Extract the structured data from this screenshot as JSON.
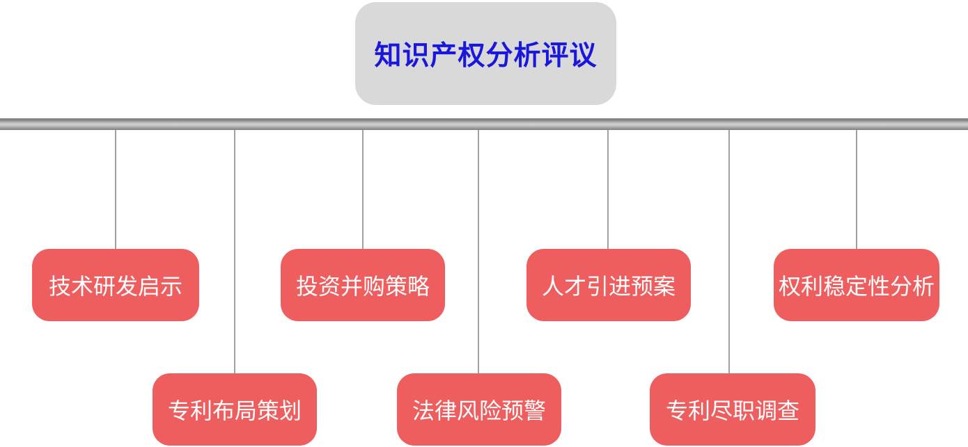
{
  "root": {
    "label": "知识产权分析评议"
  },
  "branches": [
    {
      "label": "技术研发启示",
      "row": "top"
    },
    {
      "label": "专利布局策划",
      "row": "bottom"
    },
    {
      "label": "投资并购策略",
      "row": "top"
    },
    {
      "label": "法律风险预警",
      "row": "bottom"
    },
    {
      "label": "人才引进预案",
      "row": "top"
    },
    {
      "label": "专利尽职调查",
      "row": "bottom"
    },
    {
      "label": "权利稳定性分析",
      "row": "top"
    }
  ],
  "colors": {
    "background": "#ffffff",
    "root_fill": "#d9d9d9",
    "root_text": "#1a17dd",
    "branch_fill": "#ee5e5e",
    "branch_text": "#ffffff",
    "trunk_highlight": "#d2d2d2",
    "trunk_shadow": "#7a7a7a",
    "connector": "#a0a0a0"
  }
}
